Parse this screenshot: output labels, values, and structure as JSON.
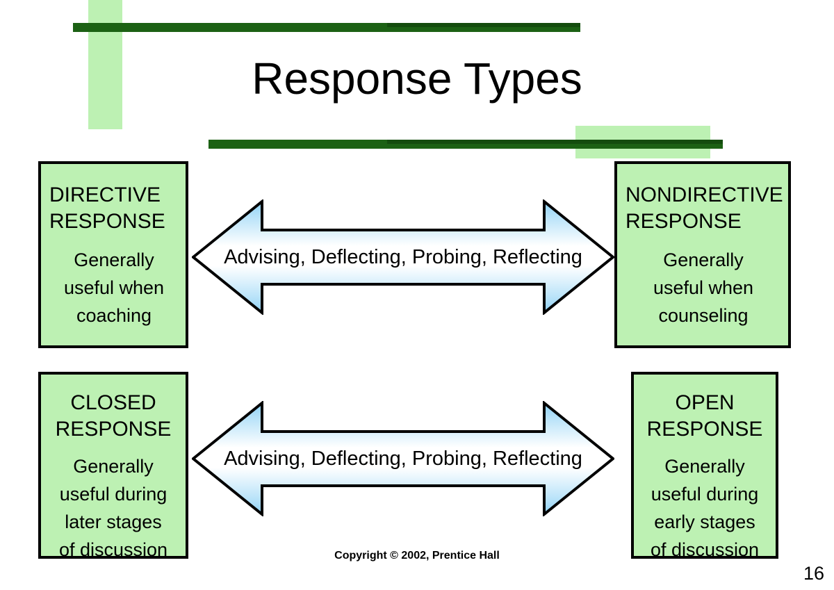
{
  "slide": {
    "title": "Response Types",
    "page_number": "16",
    "copyright": "Copyright © 2002, Prentice Hall",
    "colors": {
      "box_fill": "#bdf1b3",
      "box_border": "#000000",
      "band_light_green": "#bdf1b3",
      "rule_dark_green": "#1c6114",
      "arrow_gradient_edge": "#8fd2f5",
      "arrow_gradient_center": "#ffffff",
      "arrow_outline": "#000000",
      "text": "#000000"
    }
  },
  "rows": [
    {
      "id": "directive-nondirective",
      "left_box": {
        "heading": "DIRECTIVE\nRESPONSE",
        "body": "Generally\nuseful when\ncoaching",
        "heading_align": "left"
      },
      "arrow": {
        "label": "Advising, Deflecting, Probing, Reflecting",
        "direction": "double-headed-horizontal"
      },
      "right_box": {
        "heading": "NONDIRECTIVE\nRESPONSE",
        "body": "Generally\nuseful when\ncounseling",
        "heading_align": "left"
      }
    },
    {
      "id": "closed-open",
      "left_box": {
        "heading": "CLOSED\nRESPONSE",
        "body": "Generally\nuseful during\nlater stages\nof discussion",
        "heading_align": "center"
      },
      "arrow": {
        "label": "Advising, Deflecting, Probing, Reflecting",
        "direction": "double-headed-horizontal"
      },
      "right_box": {
        "heading": "OPEN\nRESPONSE",
        "body": "Generally\nuseful during\nearly stages\nof discussion",
        "heading_align": "center"
      }
    }
  ]
}
